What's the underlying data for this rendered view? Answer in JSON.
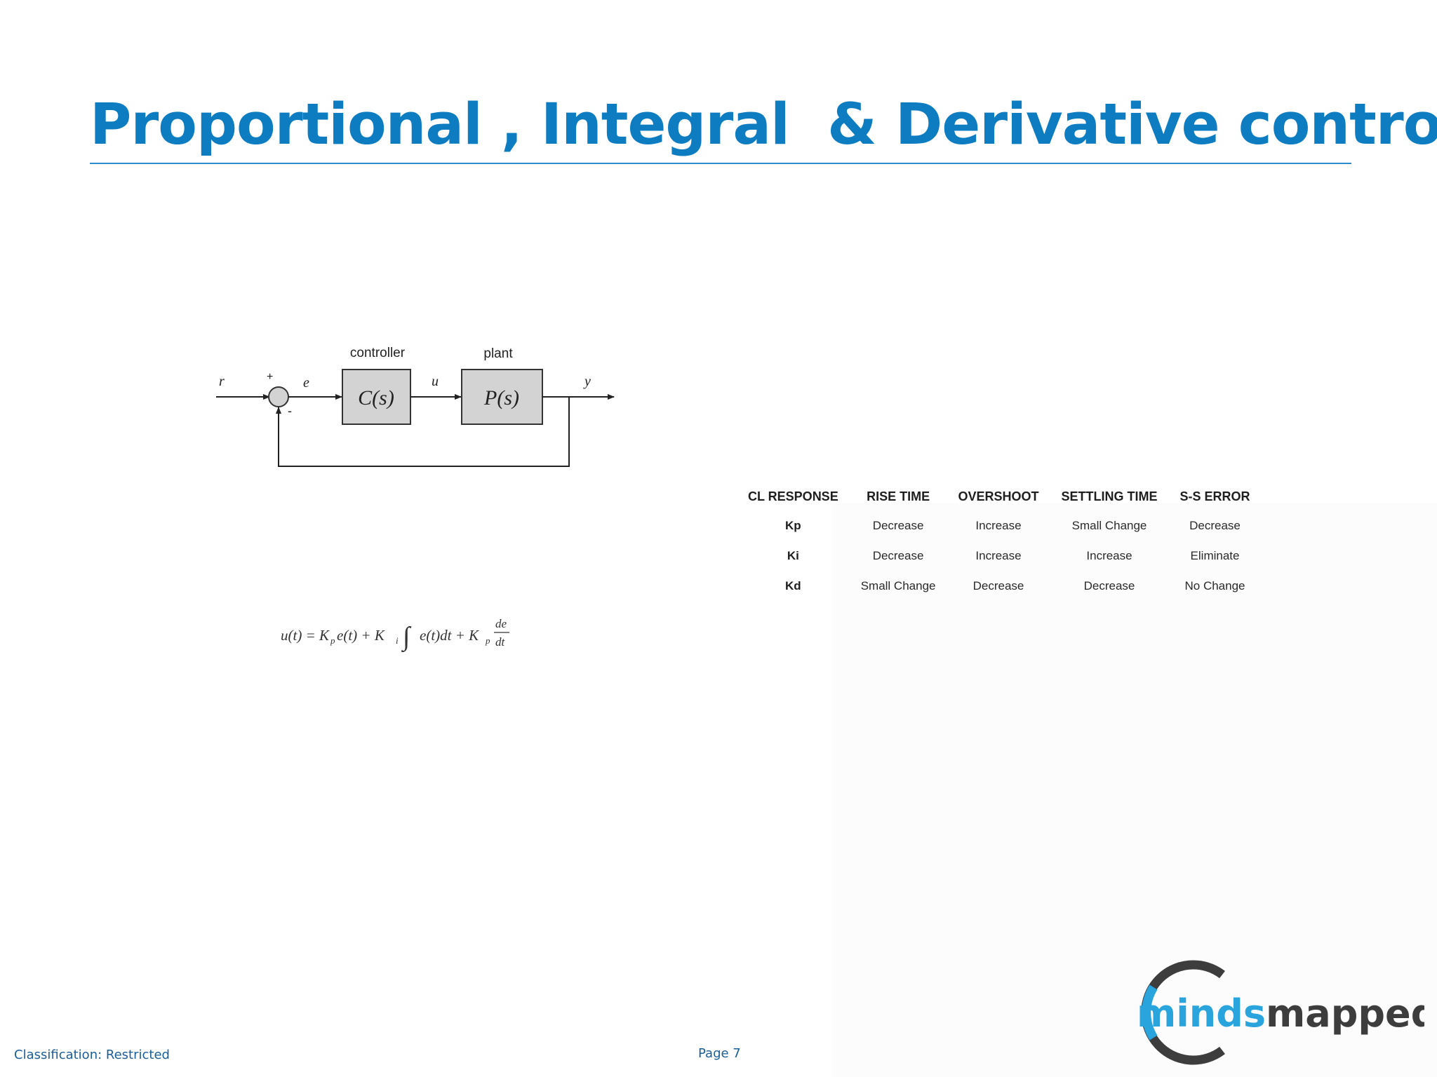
{
  "slide": {
    "title": "Proportional , Integral  & Derivative control"
  },
  "diagram": {
    "controller_label": "controller",
    "plant_label": "plant",
    "controller_block": "C(s)",
    "plant_block": "P(s)",
    "signal_r": "r",
    "signal_e": "e",
    "signal_u": "u",
    "signal_y": "y",
    "plus_sign": "+",
    "minus_sign": "-"
  },
  "formula": {
    "lhs": "u(t) = K",
    "sub_p": "p",
    "term1": "e(t) + K",
    "sub_i": "i",
    "integral": "∫",
    "term2": "e(t)dt + K",
    "sub_p2": "p",
    "frac_num": "de",
    "frac_den": "dt"
  },
  "table": {
    "headers": [
      "CL RESPONSE",
      "RISE TIME",
      "OVERSHOOT",
      "SETTLING TIME",
      "S-S ERROR"
    ],
    "rows": [
      [
        "Kp",
        "Decrease",
        "Increase",
        "Small Change",
        "Decrease"
      ],
      [
        "Ki",
        "Decrease",
        "Increase",
        "Increase",
        "Eliminate"
      ],
      [
        "Kd",
        "Small Change",
        "Decrease",
        "Decrease",
        "No Change"
      ]
    ]
  },
  "footer": {
    "classification": "Classification: Restricted",
    "page": "Page 7"
  },
  "logo": {
    "text_part1": "minds",
    "text_part2": "mapped",
    "colors": {
      "blue": "#2aa4dc",
      "dark": "#3d3d3d"
    }
  },
  "colors": {
    "title": "#0d7cc1",
    "rule": "#2d8ccb",
    "footer": "#1a5e99",
    "block_fill": "#d3d3d3"
  }
}
